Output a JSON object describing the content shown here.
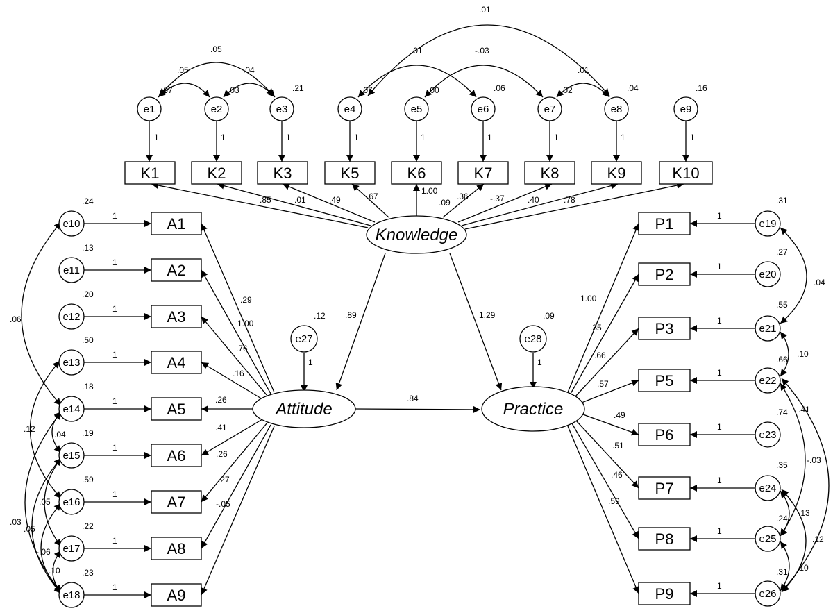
{
  "latents": {
    "knowledge": "Knowledge",
    "attitude": "Attitude",
    "practice": "Practice"
  },
  "indicators": {
    "k1": "K1",
    "k2": "K2",
    "k3": "K3",
    "k5": "K5",
    "k6": "K6",
    "k7": "K7",
    "k8": "K8",
    "k9": "K9",
    "k10": "K10",
    "a1": "A1",
    "a2": "A2",
    "a3": "A3",
    "a4": "A4",
    "a5": "A5",
    "a6": "A6",
    "a7": "A7",
    "a8": "A8",
    "a9": "A9",
    "p1": "P1",
    "p2": "P2",
    "p3": "P3",
    "p5": "P5",
    "p6": "P6",
    "p7": "P7",
    "p8": "P8",
    "p9": "P9"
  },
  "errors": {
    "e1": "e1",
    "e2": "e2",
    "e3": "e3",
    "e4": "e4",
    "e5": "e5",
    "e6": "e6",
    "e7": "e7",
    "e8": "e8",
    "e9": "e9",
    "e10": "e10",
    "e11": "e11",
    "e12": "e12",
    "e13": "e13",
    "e14": "e14",
    "e15": "e15",
    "e16": "e16",
    "e17": "e17",
    "e18": "e18",
    "e19": "e19",
    "e20": "e20",
    "e21": "e21",
    "e22": "e22",
    "e23": "e23",
    "e24": "e24",
    "e25": "e25",
    "e26": "e26",
    "e27": "e27",
    "e28": "e28"
  },
  "variances": {
    "e1": ".07",
    "e2": ".03",
    "e3": ".21",
    "e4": ".07",
    "e5": ".00",
    "e6": ".06",
    "e7": ".02",
    "e8": ".04",
    "e9": ".16",
    "e10": ".24",
    "e11": ".13",
    "e12": ".20",
    "e13": ".50",
    "e14": ".18",
    "e15": ".19",
    "e16": ".59",
    "e17": ".22",
    "e18": ".23",
    "e19": ".31",
    "e20": ".27",
    "e21": ".55",
    "e22": ".66",
    "e23": ".74",
    "e24": ".35",
    "e25": ".24",
    "e26": ".31",
    "e27": ".12",
    "e28": ".09"
  },
  "error_paths": {
    "fixed": "1"
  },
  "loadings": {
    "k1": ".85",
    "k2": ".01",
    "k3": ".49",
    "k5": ".67",
    "k6": "1.00",
    "k7": ".09",
    "k8": ".36",
    "k8b": "-.37",
    "k9": ".40",
    "k10": ".78",
    "a1": ".29",
    "a2": "1.00",
    "a3": ".76",
    "a4": ".16",
    "a5": ".26",
    "a6": ".41",
    "a7": ".26",
    "a8": ".27",
    "a9": "-.05",
    "p1": "1.00",
    "p2": ".35",
    "p3": ".66",
    "p5": ".57",
    "p6": ".49",
    "p7": ".51",
    "p8": ".46",
    "p9": ".59"
  },
  "structural": {
    "knowledge_attitude": ".89",
    "knowledge_practice": "1.29",
    "attitude_practice": ".84"
  },
  "covariances": {
    "e1_e2": ".05",
    "e2_e3": ".04",
    "e1_e3": ".05",
    "e4_e6": ".01",
    "e5_e7": "-.03",
    "e4_e8": ".01",
    "e7_e8": ".01",
    "e10_e14": ".06",
    "e13_e16": ".12",
    "e14_e15": ".04",
    "e15_e18": ".03",
    "e14_e18": ".05",
    "e16_e18": ".05",
    "e17_e18": "-.06",
    "e15_e17": ".10",
    "e19_e21": ".04",
    "e21_e22": ".10",
    "e22_e25": ".41",
    "e22_e26": "-.03",
    "e24_e25": ".13",
    "e24_e26": ".12",
    "e25_e26": ".10"
  }
}
